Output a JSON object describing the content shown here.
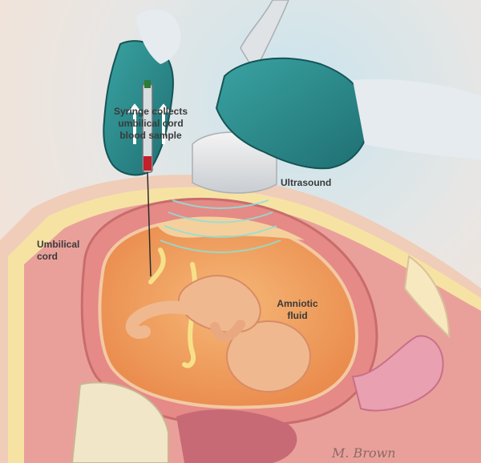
{
  "labels": {
    "syringe": [
      "Syringe collects",
      "umbilical cord",
      "blood sample"
    ],
    "ultrasound": "Ultrasound",
    "cord": [
      "Umbilical",
      "cord"
    ],
    "fluid": [
      "Amniotic",
      "fluid"
    ]
  },
  "signature": "M. Brown",
  "colors": {
    "background": "#f3e6dc",
    "glove": "#2f8c8c",
    "uterus": "#e58a86",
    "amniotic_fluid": "#f2a66a",
    "fetus": "#f0b88e",
    "ultrasound_wave": "#8fe0d8"
  }
}
